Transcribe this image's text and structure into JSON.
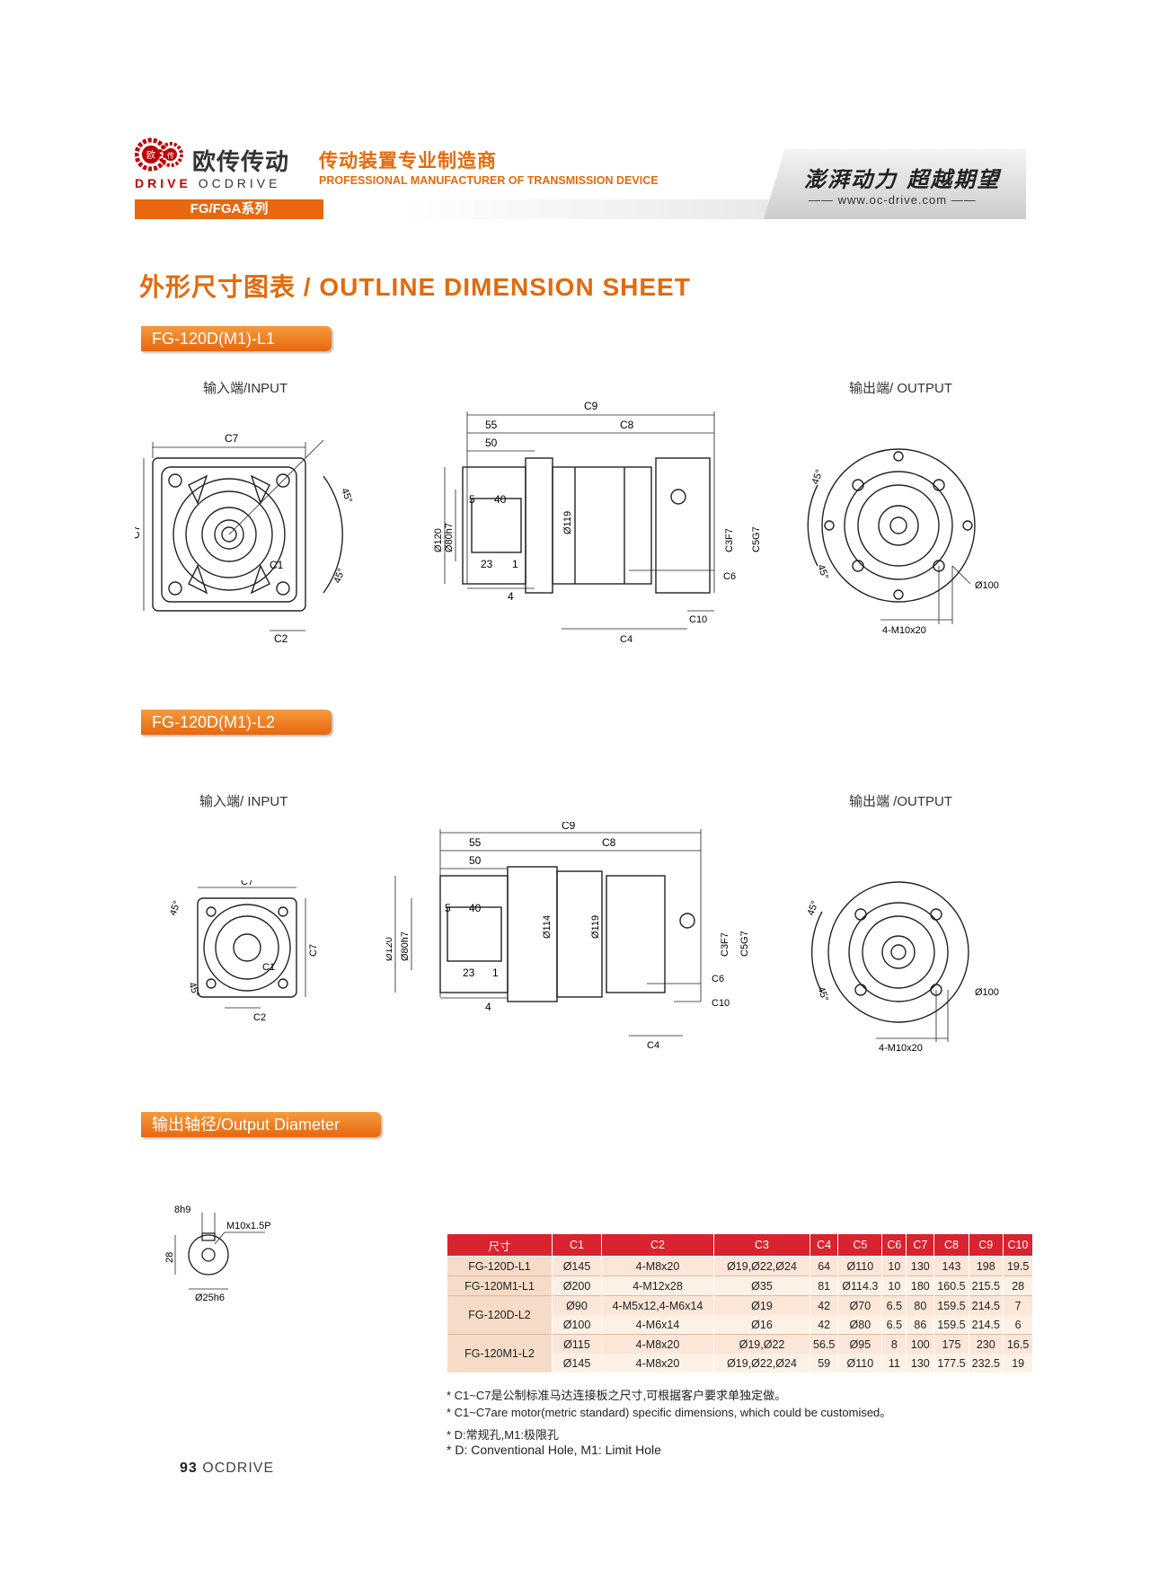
{
  "header": {
    "brand_cn": "欧传传动",
    "brand_en_prefix": "DRIVE",
    "brand_en": "OCDRIVE",
    "tagline_cn": "传动装置专业制造商",
    "tagline_en": "PROFESSIONAL MANUFACTURER OF TRANSMISSION DEVICE",
    "series": "FG/FGA系列",
    "slogan": "澎湃动力 超越期望",
    "website": "www.oc-drive.com",
    "logo_char1": "欧",
    "logo_char2": "传"
  },
  "page_title": "外形尺寸图表 / OUTLINE DIMENSION SHEET",
  "sections": [
    {
      "title": "FG-120D(M1)-L1",
      "input_label": "输入端/INPUT",
      "output_label": "输出端/ OUTPUT"
    },
    {
      "title": "FG-120D(M1)-L2",
      "input_label": "输入端/ INPUT",
      "output_label": "输出端 /OUTPUT"
    }
  ],
  "dims": {
    "c7": "C7",
    "c1": "C1",
    "c2": "C2",
    "c3": "C3F7",
    "c4": "C4",
    "c5": "C5G7",
    "c6": "C6",
    "c8": "C8",
    "c9": "C9",
    "c10": "C10",
    "d55": "55",
    "d50": "50",
    "d5": "5",
    "d40": "40",
    "d23": "23",
    "d1": "1",
    "d4": "4",
    "d120": "Ø120",
    "d80": "Ø80h7",
    "d119": "Ø119",
    "d114": "Ø114",
    "d100": "Ø100",
    "deg45": "45°",
    "m10": "4-M10x20"
  },
  "output_diameter": {
    "title": "输出轴径/Output Diameter",
    "key": "8h9",
    "height": "28",
    "thread": "M10x1.5P",
    "diameter": "Ø25h6"
  },
  "table": {
    "headers": [
      "尺寸",
      "C1",
      "C2",
      "C3",
      "C4",
      "C5",
      "C6",
      "C7",
      "C8",
      "C9",
      "C10"
    ],
    "rows": [
      {
        "model": "FG-120D-L1",
        "span": 1,
        "c": [
          "Ø145",
          "4-M8x20",
          "Ø19,Ø22,Ø24",
          "64",
          "Ø110",
          "10",
          "130",
          "143",
          "198",
          "19.5"
        ]
      },
      {
        "model": "FG-120M1-L1",
        "span": 1,
        "c": [
          "Ø200",
          "4-M12x28",
          "Ø35",
          "81",
          "Ø114.3",
          "10",
          "180",
          "160.5",
          "215.5",
          "28"
        ]
      },
      {
        "model": "FG-120D-L2",
        "span": 2,
        "c": [
          "Ø90",
          "4-M5x12,4-M6x14",
          "Ø19",
          "42",
          "Ø70",
          "6.5",
          "80",
          "159.5",
          "214.5",
          "7"
        ]
      },
      {
        "model": "",
        "span": 0,
        "c": [
          "Ø100",
          "4-M6x14",
          "Ø16",
          "42",
          "Ø80",
          "6.5",
          "86",
          "159.5",
          "214.5",
          "6"
        ]
      },
      {
        "model": "FG-120M1-L2",
        "span": 2,
        "c": [
          "Ø115",
          "4-M8x20",
          "Ø19,Ø22",
          "56.5",
          "Ø95",
          "8",
          "100",
          "175",
          "230",
          "16.5"
        ]
      },
      {
        "model": "",
        "span": 0,
        "c": [
          "Ø145",
          "4-M8x20",
          "Ø19,Ø22,Ø24",
          "59",
          "Ø110",
          "11",
          "130",
          "177.5",
          "232.5",
          "19"
        ]
      }
    ]
  },
  "notes": [
    "* C1~C7是公制标准马达连接板之尺寸,可根据客户要求单独定做。",
    "* C1~C7are motor(metric standard)  specific dimensions, which could be customised。",
    "* D:常规孔,M1:极限孔",
    "* D: Conventional Hole, M1: Limit Hole"
  ],
  "footer": {
    "page": "93",
    "brand": "OCDRIVE"
  },
  "colors": {
    "accent": "#e36a0c",
    "table_header": "#d9232e",
    "table_row": "#fbe6d8"
  }
}
